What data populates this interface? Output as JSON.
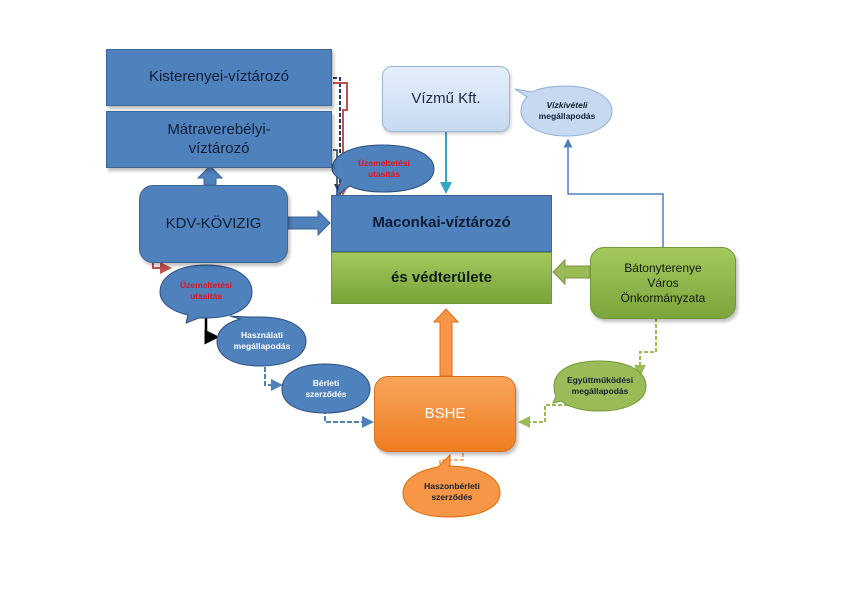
{
  "nodes": {
    "kisterenye": [
      "Kisterenyei-víztározó"
    ],
    "matraverebely": [
      "Mátraverebélyi-",
      "víztározó"
    ],
    "kdv": [
      "KDV-KÖVIZIG"
    ],
    "vizmu": [
      "Vízmű Kft."
    ],
    "maconkai": [
      "Maconkai-víztározó"
    ],
    "vedterulet": [
      "és védterülete"
    ],
    "batonyterenye": [
      "Bátonyterenye",
      "Város",
      "Önkormányzata"
    ],
    "bshe": [
      "BSHE"
    ]
  },
  "callouts": {
    "uzemeltetesi_top": [
      "Üzemeltetési",
      "utasítás"
    ],
    "uzemeltetesi_left": [
      "Üzemeltetési",
      "utasítás"
    ],
    "vizkiveteli": [
      "Vízkivételi",
      "megállapodás"
    ],
    "hasznalati": [
      "Használati",
      "megállapodás"
    ],
    "berleti": [
      "Bérleti",
      "szerződés"
    ],
    "egyuttmukodesi": [
      "Együttműködési",
      "megállapodás"
    ],
    "haszonberleti": [
      "Haszonbérleti",
      "szerződés"
    ]
  },
  "colors": {
    "blue": "#4f81bd",
    "green": "#9bbb59",
    "orange": "#f79646",
    "light_blue": "#c6d9f1",
    "red_text": "#e8111a",
    "red_arrow": "#c0504d"
  }
}
